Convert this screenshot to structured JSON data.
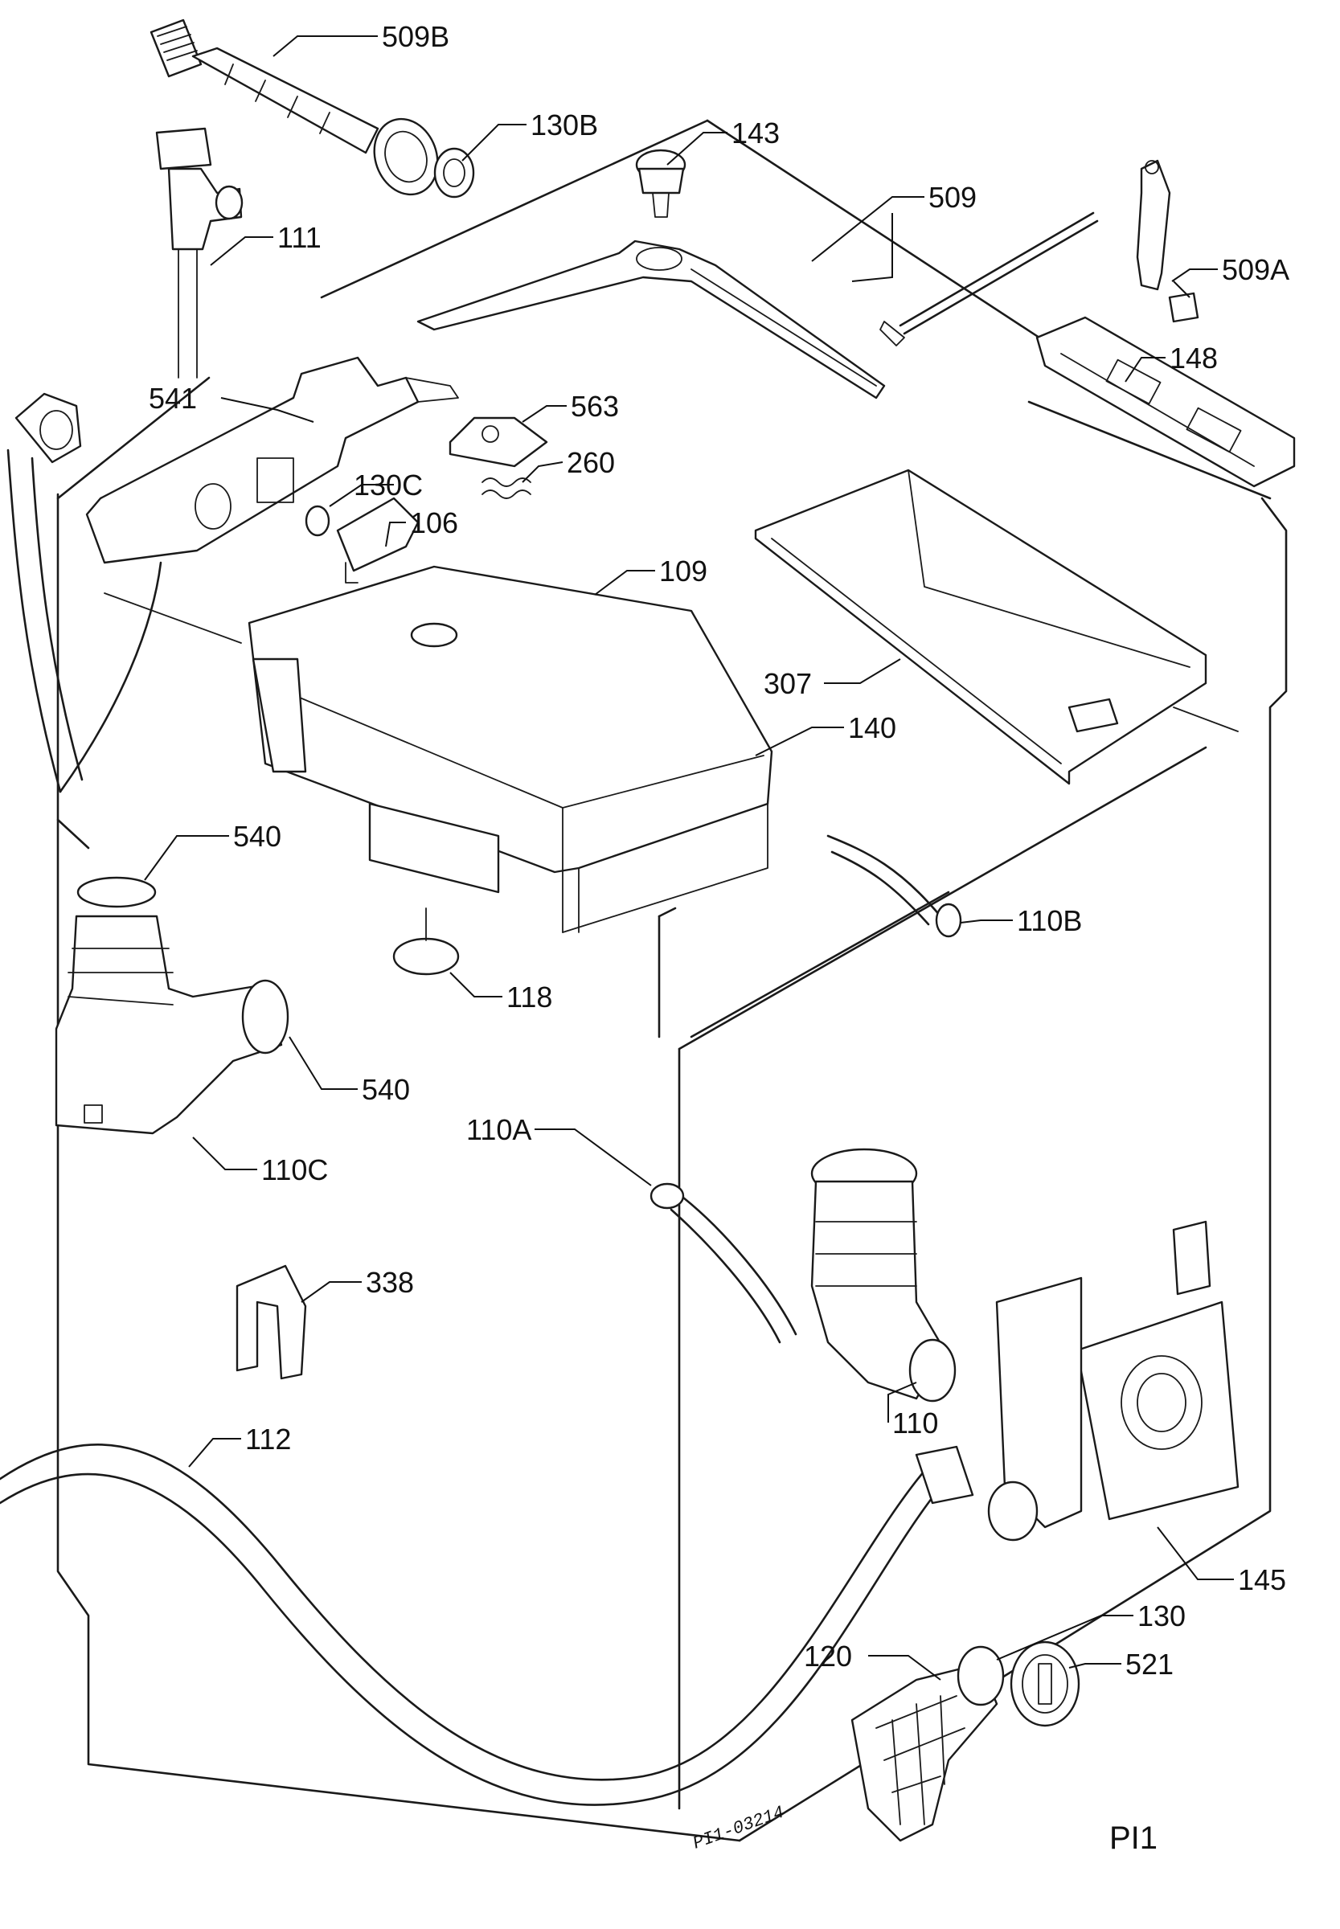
{
  "labels": {
    "l509b": "509B",
    "l130b": "130B",
    "l143": "143",
    "l509": "509",
    "l111": "111",
    "l509a": "509A",
    "l148": "148",
    "l541": "541",
    "l563": "563",
    "l260": "260",
    "l130c": "130C",
    "l106": "106",
    "l109": "109",
    "l307": "307",
    "l140": "140",
    "l540a": "540",
    "l110b": "110B",
    "l118": "118",
    "l540b": "540",
    "l110c": "110C",
    "l110a": "110A",
    "l338": "338",
    "l110": "110",
    "l112": "112",
    "l145": "145",
    "l130": "130",
    "l120": "120",
    "l521": "521"
  },
  "drawing_code": "PI1-03214",
  "page_id": "PI1"
}
